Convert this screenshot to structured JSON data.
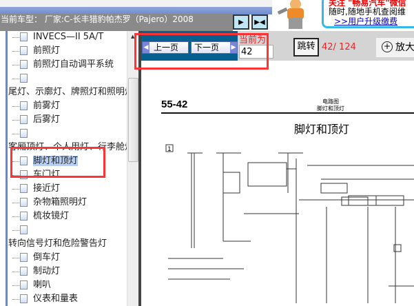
{
  "header": {
    "current_model": "当前车型： 厂家:C-长丰猎豹帕杰罗（Pajero）2008"
  },
  "ad": {
    "line1": "关注 \"畅易汽车\"微信",
    "line2": "随时,随地手机查阅维",
    "link": ">>用户升级缴费"
  },
  "toolbar": {
    "prev": "上一页",
    "next": "下一页",
    "current_label": "当前为",
    "current_page": "42",
    "jump": "跳转",
    "page_count": "42/ 124",
    "zoom_in": "放大"
  },
  "tree": [
    {
      "type": "leaf",
      "label": "INVECS—II 5A/T"
    },
    {
      "type": "leaf",
      "label": "前照灯"
    },
    {
      "type": "leaf",
      "label": "前照灯自动调平系统"
    },
    {
      "type": "leaf",
      "label": ""
    },
    {
      "type": "head",
      "label": "尾灯、示廓灯、牌照灯和照明灯"
    },
    {
      "type": "leaf",
      "label": "前雾灯"
    },
    {
      "type": "leaf",
      "label": "后雾灯"
    },
    {
      "type": "leaf",
      "label": ""
    },
    {
      "type": "head",
      "label": "客厢顶灯、个人用灯、行李舱灯"
    },
    {
      "type": "leaf",
      "label": "脚灯和顶灯",
      "selected": true
    },
    {
      "type": "leaf",
      "label": "车门灯"
    },
    {
      "type": "leaf",
      "label": "接近灯"
    },
    {
      "type": "leaf",
      "label": "杂物箱照明灯"
    },
    {
      "type": "leaf",
      "label": "梳妆镜灯"
    },
    {
      "type": "leaf",
      "label": ""
    },
    {
      "type": "head",
      "label": "转向信号灯和危险警告灯"
    },
    {
      "type": "leaf",
      "label": "倒车灯"
    },
    {
      "type": "leaf",
      "label": "制动灯"
    },
    {
      "type": "leaf",
      "label": "喇叭"
    },
    {
      "type": "leaf",
      "label": "仪表和量表"
    }
  ],
  "document": {
    "page_number": "55-42",
    "header_line1": "电路图",
    "header_line2": "脚灯和顶灯",
    "title": "脚灯和顶灯",
    "diagram_index": "1"
  },
  "colors": {
    "highlight_box": "#ff3333",
    "nav_bg": "#05608f",
    "count_text": "#ee2222"
  }
}
